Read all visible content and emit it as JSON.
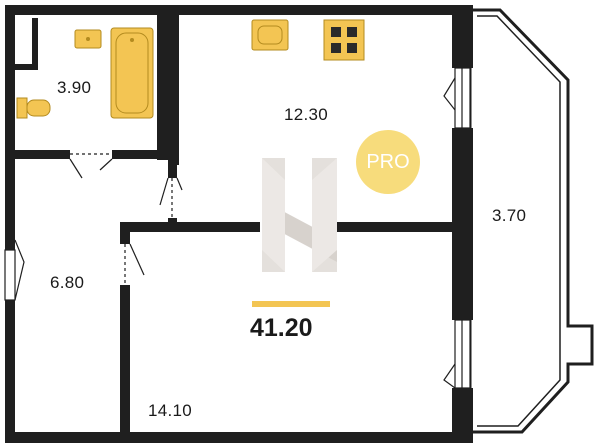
{
  "rooms": [
    {
      "id": "bathroom",
      "area": "3.90"
    },
    {
      "id": "kitchen",
      "area": "12.30"
    },
    {
      "id": "balcony",
      "area": "3.70"
    },
    {
      "id": "hallway",
      "area": "6.80"
    },
    {
      "id": "living-room",
      "area": "14.10"
    }
  ],
  "total_area": "41.20",
  "badge": "PRO",
  "colors": {
    "wall": "#1f1f1f",
    "fixture": "#f3c553",
    "fixture_stroke": "#b38b1f",
    "badge": "#f7dc7c",
    "accent_bar": "#f3c553",
    "watermark": "#cfc8c0"
  },
  "icons": [
    "sink-icon",
    "bathtub-icon",
    "toilet-icon",
    "stove-icon",
    "watermark-logo"
  ]
}
